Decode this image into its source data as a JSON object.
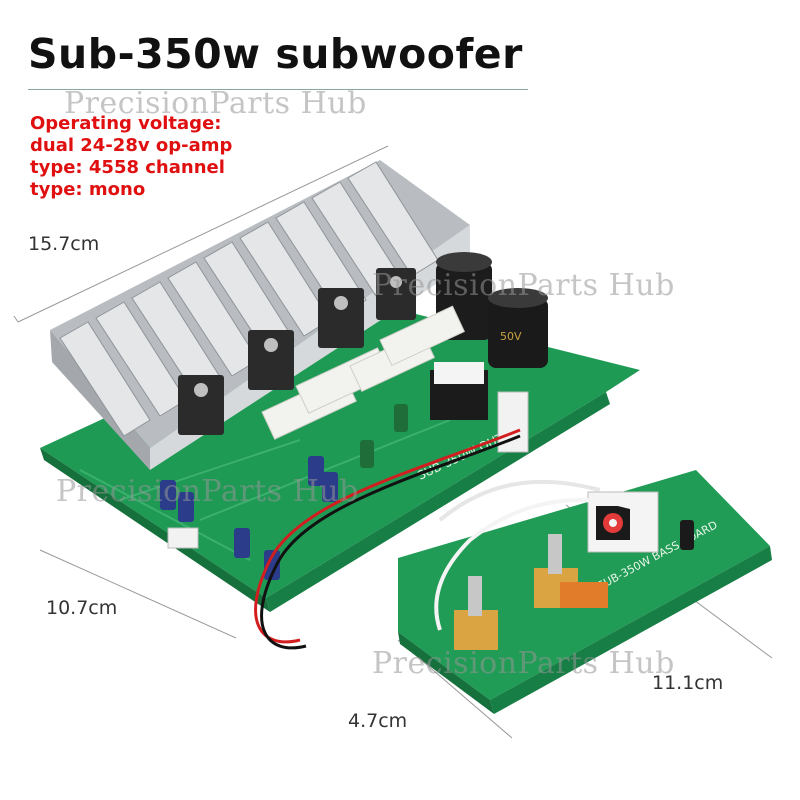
{
  "title": "Sub-350w subwoofer",
  "specs": [
    "Operating voltage:",
    "dual 24-28v op-amp",
    "type: 4558 channel",
    "type: mono"
  ],
  "watermarks": [
    "PrecisionParts Hub",
    "PrecisionParts Hub",
    "PrecisionParts Hub",
    "PrecisionParts Hub"
  ],
  "dimensions": {
    "board_length": "15.7cm",
    "board_width": "10.7cm",
    "control_length": "11.1cm",
    "control_width": "4.7cm"
  },
  "colors": {
    "pcb_green": "#1f9a55",
    "heatsink": "#c9ccd0",
    "spec_red": "#e01010"
  }
}
